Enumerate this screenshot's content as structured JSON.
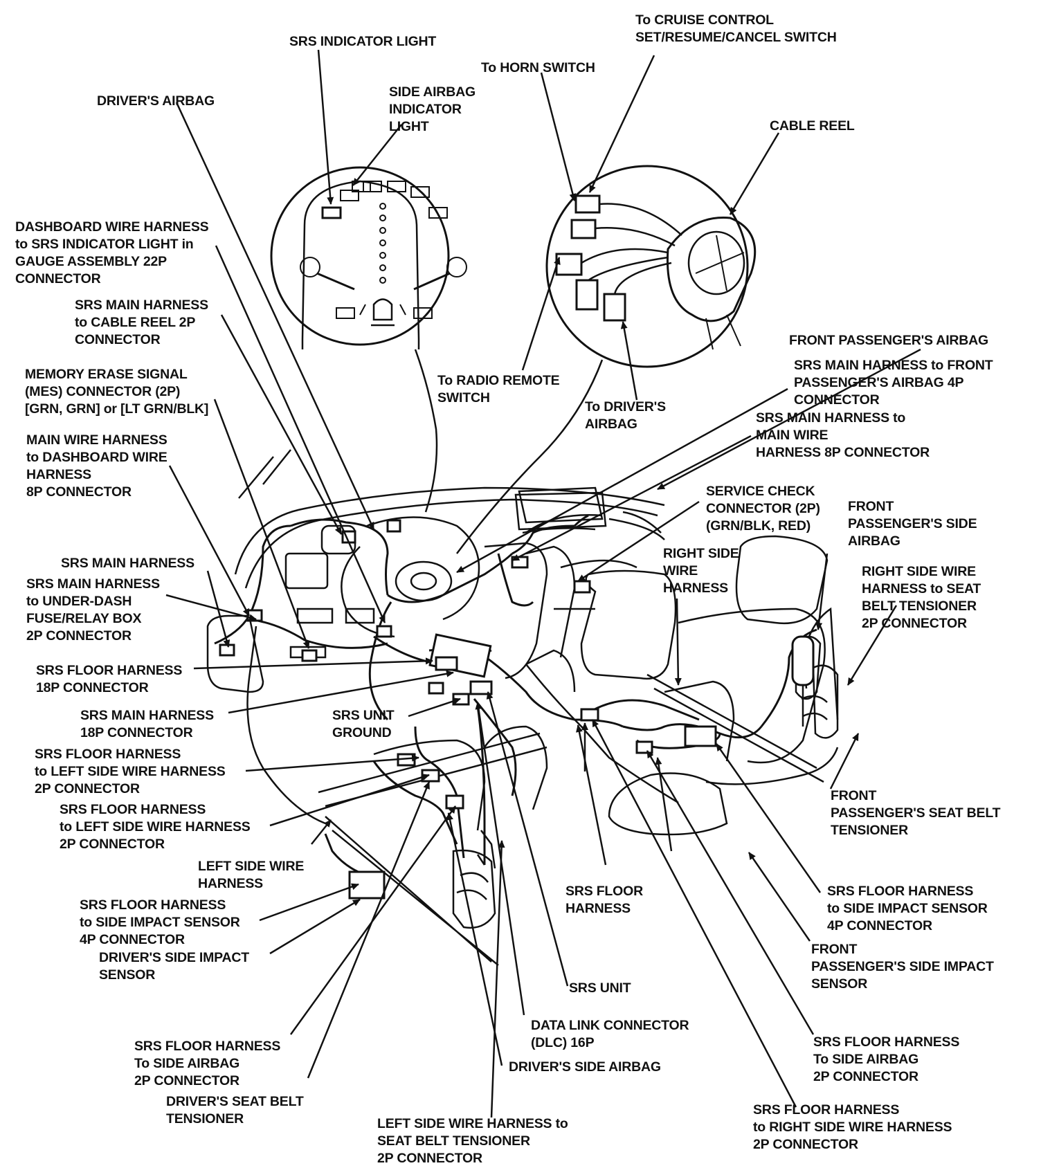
{
  "colors": {
    "ink": "#111111",
    "paper": "#ffffff"
  },
  "labels": {
    "srs_indicator_light": "SRS INDICATOR LIGHT",
    "side_airbag_indicator": "SIDE AIRBAG\nINDICATOR\nLIGHT",
    "drivers_airbag_top": "DRIVER'S AIRBAG",
    "horn_switch": "To HORN SWITCH",
    "cruise_control": "To CRUISE CONTROL\nSET/RESUME/CANCEL SWITCH",
    "cable_reel": "CABLE REEL",
    "dashboard_wire_harness": "DASHBOARD WIRE HARNESS\nto SRS INDICATOR LIGHT in\nGAUGE ASSEMBLY 22P\nCONNECTOR",
    "srs_main_cable_reel": "SRS MAIN HARNESS\nto CABLE REEL 2P\nCONNECTOR",
    "mes_connector": "MEMORY ERASE SIGNAL\n(MES) CONNECTOR (2P)\n[GRN, GRN] or [LT GRN/BLK]",
    "radio_remote": "To RADIO REMOTE\nSWITCH",
    "to_drivers_airbag": "To DRIVER'S\nAIRBAG",
    "front_passenger_airbag": "FRONT PASSENGER'S AIRBAG",
    "srs_main_front_pass_4p": "SRS MAIN HARNESS to FRONT\nPASSENGER'S AIRBAG 4P\nCONNECTOR",
    "srs_main_main_wire_8p": "SRS MAIN HARNESS to\nMAIN WIRE\nHARNESS 8P CONNECTOR",
    "main_wire_dashboard_8p": "MAIN WIRE HARNESS\nto DASHBOARD WIRE\nHARNESS\n8P CONNECTOR",
    "service_check": "SERVICE CHECK\nCONNECTOR (2P)\n(GRN/BLK, RED)",
    "front_passenger_side_airbag": "FRONT\nPASSENGER'S SIDE\nAIRBAG",
    "right_side_wire_harness": "RIGHT SIDE\nWIRE\nHARNESS",
    "srs_main_harness": "SRS MAIN HARNESS",
    "srs_main_underdash": "SRS MAIN HARNESS\nto UNDER-DASH\nFUSE/RELAY BOX\n2P CONNECTOR",
    "right_side_seat_belt": "RIGHT SIDE WIRE\nHARNESS to SEAT\nBELT TENSIONER\n2P CONNECTOR",
    "srs_floor_18p": "SRS FLOOR HARNESS\n18P CONNECTOR",
    "srs_main_18p": "SRS MAIN HARNESS\n18P CONNECTOR",
    "srs_unit_ground": "SRS UNIT\nGROUND",
    "srs_floor_left_1": "SRS FLOOR HARNESS\nto LEFT SIDE WIRE HARNESS\n2P CONNECTOR",
    "srs_floor_left_2": "SRS FLOOR HARNESS\nto LEFT SIDE WIRE HARNESS\n2P CONNECTOR",
    "front_pass_seat_belt": "FRONT\nPASSENGER'S SEAT BELT\nTENSIONER",
    "left_side_wire_harness": "LEFT SIDE WIRE\nHARNESS",
    "srs_floor_side_impact_left": "SRS FLOOR HARNESS\nto SIDE IMPACT SENSOR\n4P CONNECTOR",
    "srs_floor_harness_mid": "SRS FLOOR\nHARNESS",
    "srs_floor_side_impact_right": "SRS FLOOR HARNESS\nto SIDE IMPACT SENSOR\n4P CONNECTOR",
    "drivers_side_impact": "DRIVER'S SIDE IMPACT\nSENSOR",
    "front_pass_side_impact": "FRONT\nPASSENGER'S SIDE IMPACT\nSENSOR",
    "srs_unit": "SRS UNIT",
    "dlc": "DATA LINK CONNECTOR\n(DLC) 16P",
    "srs_floor_side_airbag_left": "SRS FLOOR HARNESS\nTo SIDE AIRBAG\n2P CONNECTOR",
    "srs_floor_side_airbag_right": "SRS FLOOR HARNESS\nTo SIDE AIRBAG\n2P CONNECTOR",
    "drivers_side_airbag": "DRIVER'S SIDE AIRBAG",
    "drivers_seat_belt": "DRIVER'S SEAT BELT\nTENSIONER",
    "left_side_seat_belt": "LEFT SIDE WIRE HARNESS to\nSEAT BELT TENSIONER\n2P CONNECTOR",
    "srs_floor_right_side": "SRS FLOOR HARNESS\nto RIGHT SIDE WIRE HARNESS\n2P CONNECTOR"
  }
}
